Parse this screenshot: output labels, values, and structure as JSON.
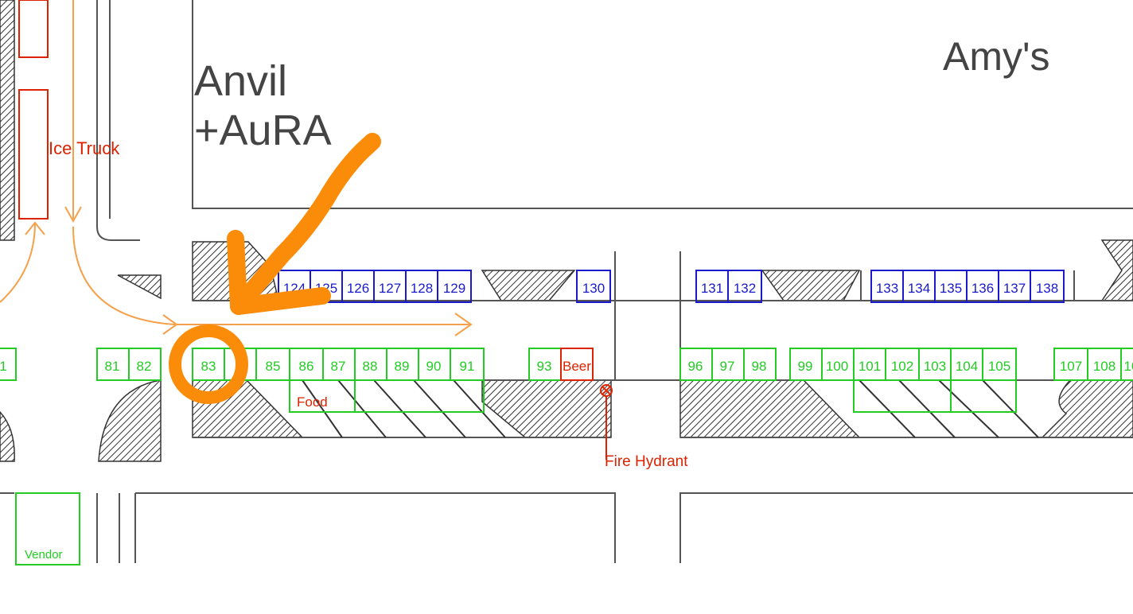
{
  "buildings": {
    "anvil_line1": "Anvil",
    "anvil_line2": "+AuRA",
    "amys": "Amy's"
  },
  "annotations": {
    "ice_truck": "Ice Truck",
    "food": "Food",
    "fire_hydrant": "Fire Hydrant",
    "vendor": "Vendor"
  },
  "booths": {
    "green_left_partial": "1",
    "green_row_1": [
      "81",
      "82"
    ],
    "green_row_2": [
      "83",
      "",
      "85",
      "86",
      "87",
      "88",
      "89",
      "90",
      "91"
    ],
    "green_row_3": [
      "93"
    ],
    "beer": "Beer",
    "green_row_4": [
      "96",
      "97",
      "98"
    ],
    "green_row_5": [
      "99",
      "100",
      "101",
      "102",
      "103",
      "104",
      "105"
    ],
    "green_row_6": [
      "107",
      "108",
      "10"
    ],
    "blue_row_1": [
      "124",
      "125",
      "126",
      "127",
      "128",
      "129"
    ],
    "blue_single": "130",
    "blue_row_2": [
      "131",
      "132"
    ],
    "blue_row_3": [
      "133",
      "134",
      "135",
      "136",
      "137",
      "138"
    ]
  },
  "colors": {
    "green_booth": "#22cc22",
    "blue_booth": "#1a1acc",
    "red_marker": "#dd2200",
    "orange_annotation": "#fb8c0a",
    "light_orange_route": "#f5a04a",
    "street_line": "#555555",
    "building_text": "#444444"
  }
}
